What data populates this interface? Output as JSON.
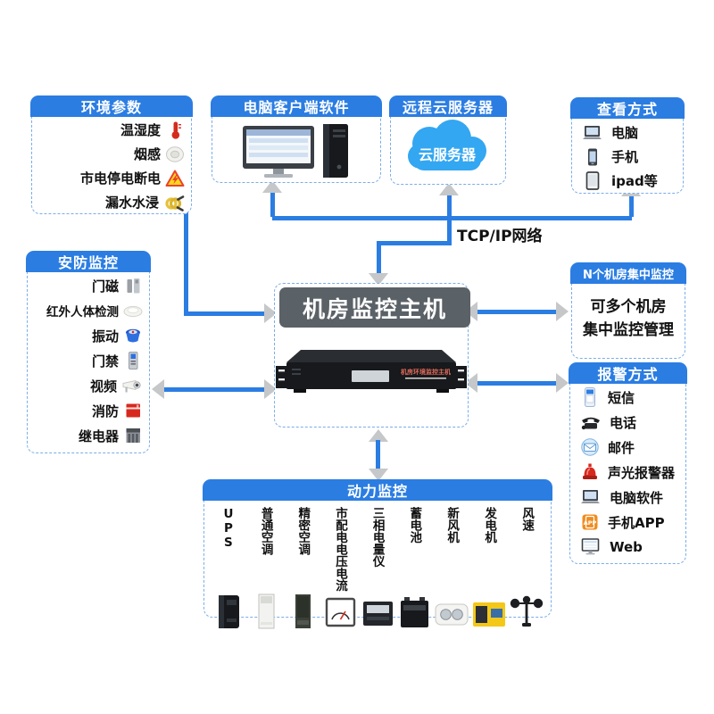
{
  "colors": {
    "blue": "#2b7de2",
    "cloud_blue": "#33a7f1",
    "host_header_gray": "#5a6167",
    "arrow_gray": "#c5c7c9",
    "dashed_border": "#7aade8",
    "siren_red": "#d7281e",
    "app_orange": "#f08c1e"
  },
  "tcp_label": "TCP/IP网络",
  "env": {
    "title": "环境参数",
    "items": [
      {
        "label": "温湿度",
        "icon": "thermometer-icon"
      },
      {
        "label": "烟感",
        "icon": "smoke-detector-icon"
      },
      {
        "label": "市电停电断电",
        "icon": "power-outage-icon"
      },
      {
        "label": "漏水水浸",
        "icon": "water-leak-icon"
      }
    ]
  },
  "pc_client": {
    "title": "电脑客户端软件"
  },
  "cloud_server": {
    "title": "远程云服务器",
    "cloud_label": "云服务器"
  },
  "view_methods": {
    "title": "查看方式",
    "items": [
      {
        "label": "电脑",
        "icon": "computer-icon"
      },
      {
        "label": "手机",
        "icon": "phone-icon"
      },
      {
        "label": "ipad等",
        "icon": "tablet-icon"
      }
    ]
  },
  "security": {
    "title": "安防监控",
    "items": [
      {
        "label": "门磁",
        "icon": "door-magnet-icon"
      },
      {
        "label": "红外人体检测",
        "icon": "infrared-sensor-icon"
      },
      {
        "label": "振动",
        "icon": "vibration-sensor-icon"
      },
      {
        "label": "门禁",
        "icon": "access-control-icon"
      },
      {
        "label": "视频",
        "icon": "camera-icon"
      },
      {
        "label": "消防",
        "icon": "fire-alarm-icon"
      },
      {
        "label": "继电器",
        "icon": "relay-icon"
      }
    ]
  },
  "host": {
    "title": "机房监控主机",
    "device_label": "机房环境监控主机"
  },
  "central": {
    "title": "N个机房集中监控",
    "line1": "可多个机房",
    "line2": "集中监控管理"
  },
  "alarm": {
    "title": "报警方式",
    "app_icon_text": "APP",
    "items": [
      {
        "label": "短信",
        "icon": "sms-icon"
      },
      {
        "label": "电话",
        "icon": "telephone-icon"
      },
      {
        "label": "邮件",
        "icon": "email-icon"
      },
      {
        "label": "声光报警器",
        "icon": "siren-icon"
      },
      {
        "label": "电脑软件",
        "icon": "computer-software-icon"
      },
      {
        "label": "手机APP",
        "icon": "mobile-app-icon"
      },
      {
        "label": "Web",
        "icon": "web-icon"
      }
    ]
  },
  "power": {
    "title": "动力监控",
    "items": [
      {
        "label": "UPS",
        "icon": "ups-icon"
      },
      {
        "label": "普通空调",
        "icon": "normal-ac-icon"
      },
      {
        "label": "精密空调",
        "icon": "precision-ac-icon"
      },
      {
        "label": "市配电电压电流",
        "icon": "power-distribution-icon"
      },
      {
        "label": "三相电量仪",
        "icon": "three-phase-meter-icon"
      },
      {
        "label": "蓄电池",
        "icon": "battery-icon"
      },
      {
        "label": "新风机",
        "icon": "fresh-air-fan-icon"
      },
      {
        "label": "发电机",
        "icon": "generator-icon"
      },
      {
        "label": "风速",
        "icon": "wind-speed-icon"
      }
    ]
  }
}
